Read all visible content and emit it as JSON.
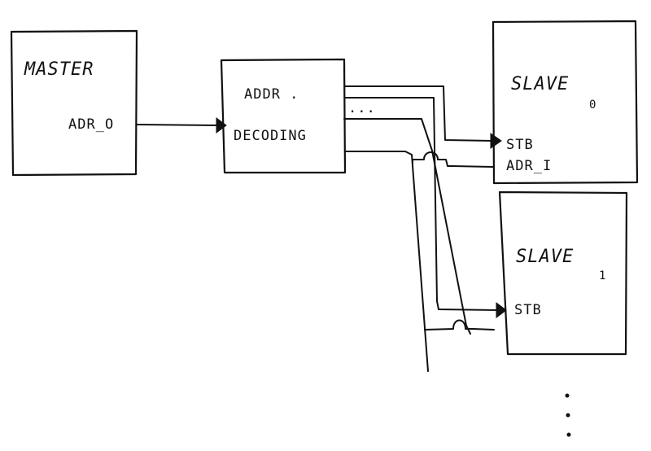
{
  "blocks": {
    "master": {
      "title": "MASTER",
      "port": "ADR_O"
    },
    "decoder": {
      "title_line1": "ADDR .",
      "title_line2": "DECODING",
      "more": "..."
    },
    "slave0": {
      "title": "SLAVE",
      "index": "0",
      "port_stb": "STB",
      "port_adr": "ADR_I"
    },
    "slave1": {
      "title": "SLAVE",
      "index": "1",
      "port_stb": "STB"
    }
  },
  "continuation": "⋮"
}
